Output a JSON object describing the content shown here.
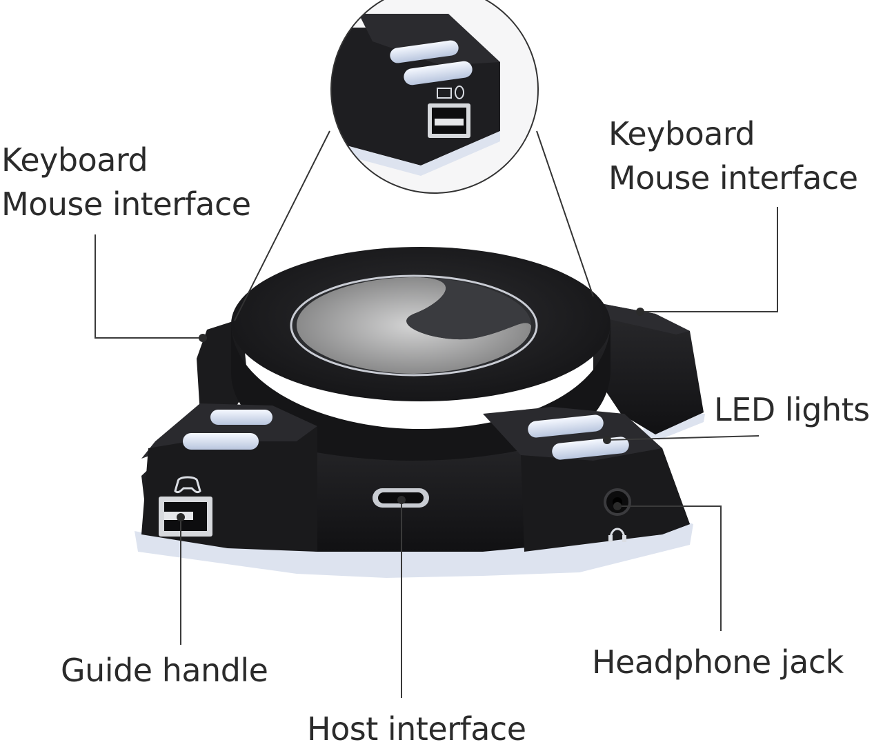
{
  "labels": {
    "top_left": {
      "line1": "Keyboard",
      "line2": "Mouse interface"
    },
    "top_right": {
      "line1": "Keyboard",
      "line2": "Mouse interface"
    },
    "led": "LED lights",
    "guide": "Guide handle",
    "host": "Host interface",
    "headphone": "Headphone jack"
  },
  "icons": {
    "keyboard_mouse": "keyboard-mouse-icon",
    "gamepad": "gamepad-icon",
    "headphone": "headphone-icon"
  },
  "colors": {
    "body": "#1f1f21",
    "led_glow": "#dfe6f4",
    "line": "#3a3a3a",
    "text": "#2b2b2b"
  }
}
